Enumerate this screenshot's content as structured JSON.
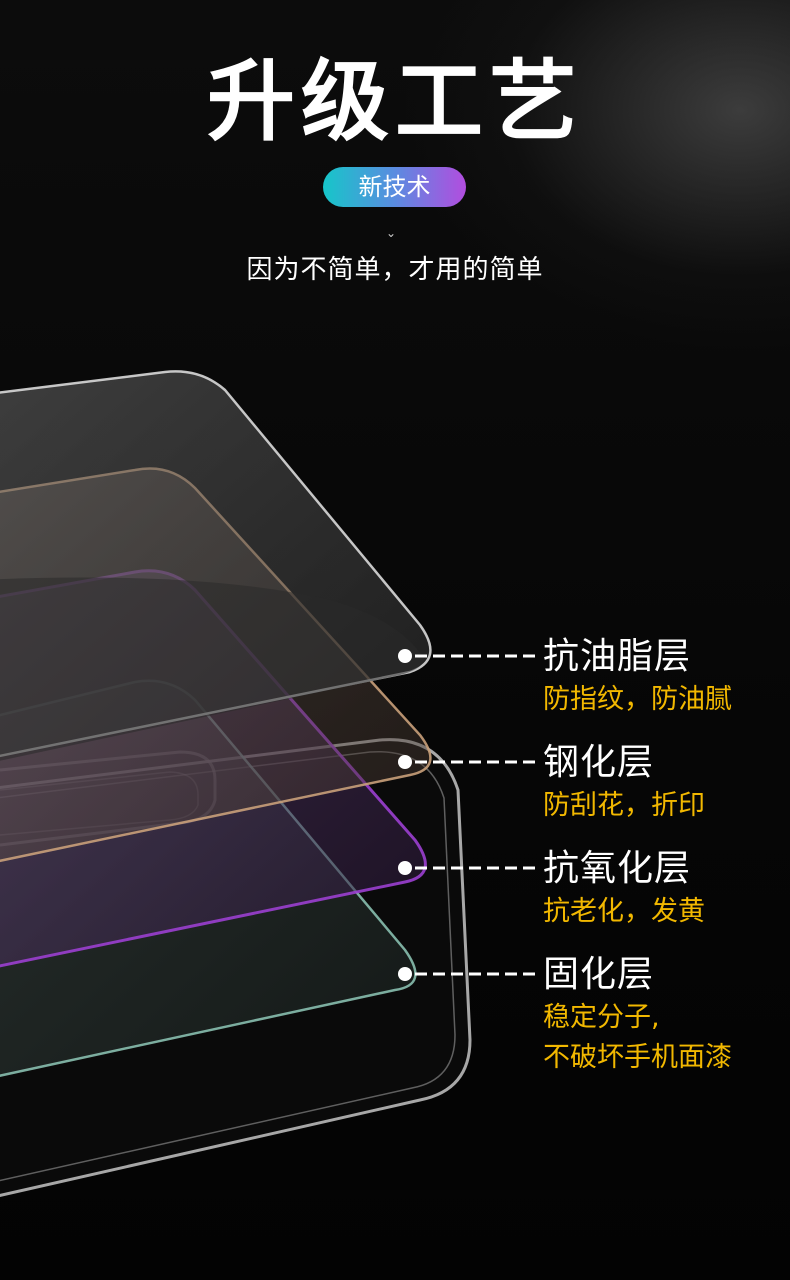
{
  "header": {
    "title": "升级工艺",
    "badge": "新技术",
    "subtitle": "因为不简单，才用的简单",
    "chevron_icon": "chevron-down-icon"
  },
  "layers": [
    {
      "name": "抗油脂层",
      "description_lines": [
        "防指纹，防油腻"
      ]
    },
    {
      "name": "钢化层",
      "description_lines": [
        "防刮花，折印"
      ]
    },
    {
      "name": "抗氧化层",
      "description_lines": [
        "抗老化，发黄"
      ]
    },
    {
      "name": "固化层",
      "description_lines": [
        "稳定分子,",
        "不破坏手机面漆"
      ]
    }
  ],
  "colors": {
    "background": "#050505",
    "title": "#ffffff",
    "description": "#f2b800",
    "badge_gradient_start": "#16c6c9",
    "badge_gradient_end": "#b24ddf",
    "layer_edge_top": "#d9d9d9",
    "layer_edge_bronze": "#c9a07a",
    "layer_edge_purple": "#9b3fd0",
    "layer_edge_teal": "#8fc9b8"
  }
}
